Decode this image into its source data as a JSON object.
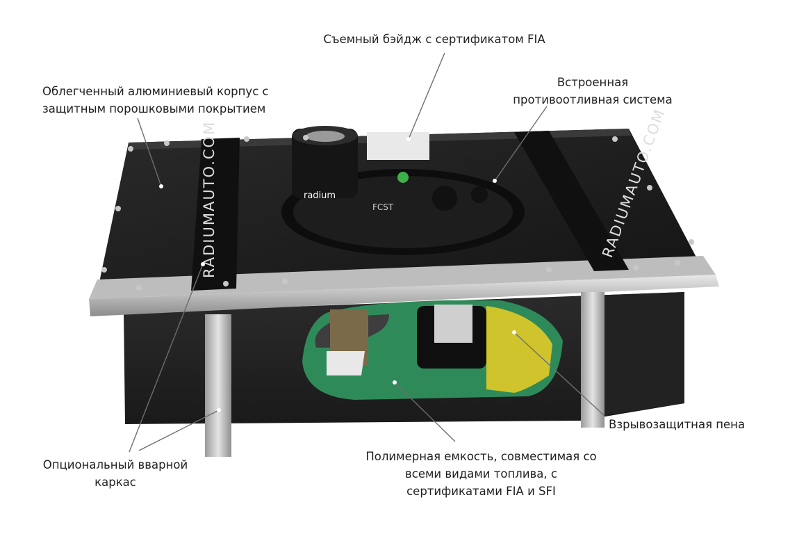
{
  "labels": {
    "badge": "Съемный бэйдж с сертификатом FIA",
    "antisurge_1": "Встроенная",
    "antisurge_2": "противоотливная система",
    "housing_1": "Облегченный алюминиевый корпус с",
    "housing_2": "защитным порошковыми покрытием",
    "foam": "Взрывозащитная пена",
    "frame_1": "Опциональный вварной",
    "frame_2": "каркас",
    "bladder_1": "Полимерная емкость, совместимая со",
    "bladder_2": "всеми видами топлива, с",
    "bladder_3": "сертификатами FIA и SFI"
  },
  "product_markings": {
    "strap_text": "RADIUMAUTO.COM",
    "pump_logo": "radium",
    "plate_text": "FCST"
  },
  "colors": {
    "tank_black": "#1b1b1b",
    "aluminum": "#c9c9c9",
    "bladder_green": "#2f8a5a",
    "foam_yellow": "#d9c72a",
    "leader_line": "#6e6e6e"
  }
}
